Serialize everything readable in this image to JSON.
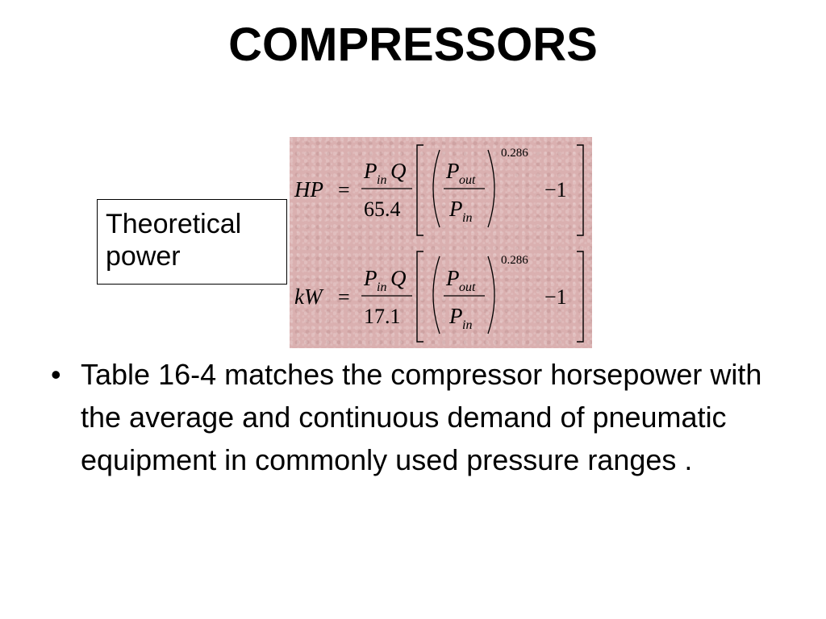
{
  "slide": {
    "title": "COMPRESSORS",
    "label": "Theoretical power",
    "bullets": [
      {
        "marker": "•",
        "text": "Table 16-4 matches the compressor horsepower with the average and continuous demand of pneumatic equipment in commonly used pressure ranges ."
      }
    ]
  },
  "formulas": {
    "hp": {
      "lhs": "HP",
      "equals": "=",
      "num_p": "P",
      "num_sub": "in",
      "num_q": "Q",
      "den": "65.4",
      "ratio_num_p": "P",
      "ratio_num_sub": "out",
      "ratio_den_p": "P",
      "ratio_den_sub": "in",
      "exponent": "0.286",
      "minus_one": "−1"
    },
    "kw": {
      "lhs": "kW",
      "equals": "=",
      "num_p": "P",
      "num_sub": "in",
      "num_q": "Q",
      "den": "17.1",
      "ratio_num_p": "P",
      "ratio_num_sub": "out",
      "ratio_den_p": "P",
      "ratio_den_sub": "in",
      "exponent": "0.286",
      "minus_one": "−1"
    }
  }
}
